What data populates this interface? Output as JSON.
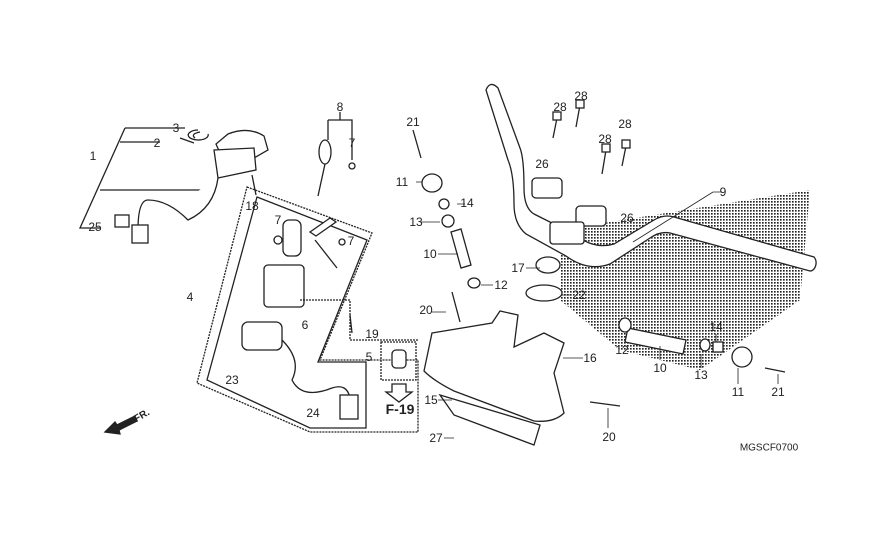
{
  "diagram": {
    "code": "MGSCF0700",
    "reference": "F-19",
    "direction_label": "FR.",
    "part_labels": [
      "3",
      "2",
      "1",
      "25",
      "18",
      "8",
      "7",
      "7",
      "7",
      "4",
      "6",
      "19",
      "5",
      "23",
      "24",
      "21",
      "11",
      "14",
      "13",
      "10",
      "12",
      "20",
      "28",
      "28",
      "28",
      "28",
      "26",
      "26",
      "9",
      "17",
      "22",
      "16",
      "15",
      "27",
      "20",
      "12",
      "10",
      "14",
      "13",
      "11",
      "21"
    ]
  }
}
